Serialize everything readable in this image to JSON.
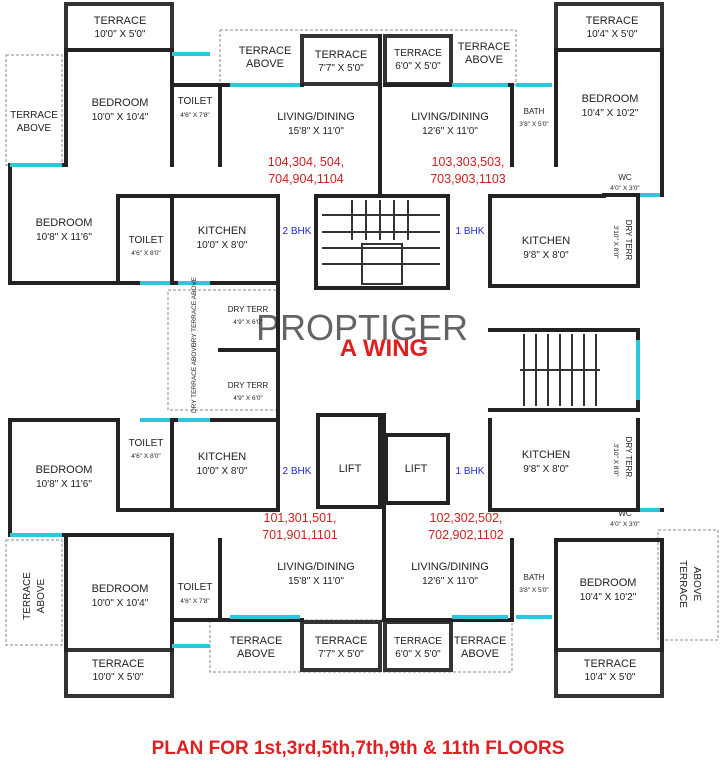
{
  "title": "PLAN FOR 1st,3rd,5th,7th,9th & 11th FLOORS",
  "wing": "A WING",
  "watermark": "PROPTIGER",
  "unit_numbers": {
    "top_left": [
      "104,304, 504,",
      "704,904,1104"
    ],
    "top_right": [
      "103,303,503,",
      "703,903,1103"
    ],
    "bottom_left": [
      "101,301,501,",
      "701,901,1101"
    ],
    "bottom_right": [
      "102,302,502,",
      "702,902,1102"
    ]
  },
  "bhk": {
    "left_top": "2 BHK",
    "right_top": "1 BHK",
    "left_bottom": "2 BHK",
    "right_bottom": "1 BHK"
  },
  "lift_label": "LIFT",
  "rooms": {
    "tl_terrace": [
      "TERRACE",
      "10'0\" X 5'0\""
    ],
    "tl_terrace_above": [
      "TERRACE",
      "ABOVE"
    ],
    "tl_terrace_mid": [
      "TERRACE",
      "7'7\" X 5'0\""
    ],
    "tr_terrace_mid": [
      "TERRACE",
      "6'0\" X 5'0\""
    ],
    "tr_terrace_above": [
      "TERRACE",
      "ABOVE"
    ],
    "tr_terrace": [
      "TERRACE",
      "10'4\" X 5'0\""
    ],
    "left_terrace_above": [
      "TERRACE",
      "ABOVE"
    ],
    "tl_bedroom": [
      "BEDROOM",
      "10'0\" X 10'4\""
    ],
    "tl_toilet": [
      "TOILET",
      "4'6\" X 7'8\""
    ],
    "tl_living": [
      "LIVING/DINING",
      "15'8\" X 11'0\""
    ],
    "tr_living": [
      "LIVING/DINING",
      "12'6\" X 11'0\""
    ],
    "tr_bath": [
      "BATH",
      "3'8\" X 5'0\""
    ],
    "tr_bedroom": [
      "BEDROOM",
      "10'4\" X 10'2\""
    ],
    "tr_wc": [
      "WC",
      "4'0\" X 3'0\""
    ],
    "tl_bedroom2": [
      "BEDROOM",
      "10'8\" X 11'6\""
    ],
    "tl_toilet2": [
      "TOILET",
      "4'6\" X 8'0\""
    ],
    "tl_kitchen": [
      "KITCHEN",
      "10'0\" X 8'0\""
    ],
    "tr_kitchen": [
      "KITCHEN",
      "9'8\" X 8'0\""
    ],
    "tr_dry": [
      "DRY TERR",
      "3'10\" X 8'0\""
    ],
    "dry_terrace_above_1": "DRY TERRACE ABOVE",
    "dry_terrace_above_2": "DRY TERRACE ABOVE",
    "dry_terr_1": [
      "DRY TERR",
      "4'9\" X 6'0\""
    ],
    "dry_terr_2": [
      "DRY TERR",
      "4'9\" X 6'0\""
    ],
    "br_dry": [
      "DRY TERR.",
      "3'10\" X 8'0\""
    ],
    "bl_toilet": [
      "TOILET",
      "4'6\" X 8'0\""
    ],
    "bl_kitchen": [
      "KITCHEN",
      "10'0\" X 8'0\""
    ],
    "bl_bedroom": [
      "BEDROOM",
      "10'8\" X 11'6\""
    ],
    "br_kitchen": [
      "KITCHEN",
      "9'8\" X 8'0\""
    ],
    "br_wc": [
      "WC",
      "4'0\" X 3'0\""
    ],
    "bl_living": [
      "LIVING/DINING",
      "15'8\" X 11'0\""
    ],
    "br_living": [
      "LIVING/DINING",
      "12'6\" X 11'0\""
    ],
    "br_bath": [
      "BATH",
      "3'8\" X 5'0\""
    ],
    "br_bedroom": [
      "BEDROOM",
      "10'4\" X 10'2\""
    ],
    "bl_terrace_above_side": [
      "TERRACE",
      "ABOVE"
    ],
    "bl_bedroom2": [
      "BEDROOM",
      "10'0\" X 10'4\""
    ],
    "bl_toilet2": [
      "TOILET",
      "4'6\" X 7'8\""
    ],
    "br_terrace_above_side": [
      "TERRACE",
      "ABOVE"
    ],
    "bl_terrace_above": [
      "TERRACE",
      "ABOVE"
    ],
    "bl_terrace_mid": [
      "TERRACE",
      "7'7\" X 5'0\""
    ],
    "br_terrace_mid": [
      "TERRACE",
      "6'0\" X 5'0\""
    ],
    "br_terrace_above": [
      "TERRACE",
      "ABOVE"
    ],
    "bl_terrace": [
      "TERRACE",
      "10'0\" X 5'0\""
    ],
    "br_terrace": [
      "TERRACE",
      "10'4\" X 5'0\""
    ]
  }
}
